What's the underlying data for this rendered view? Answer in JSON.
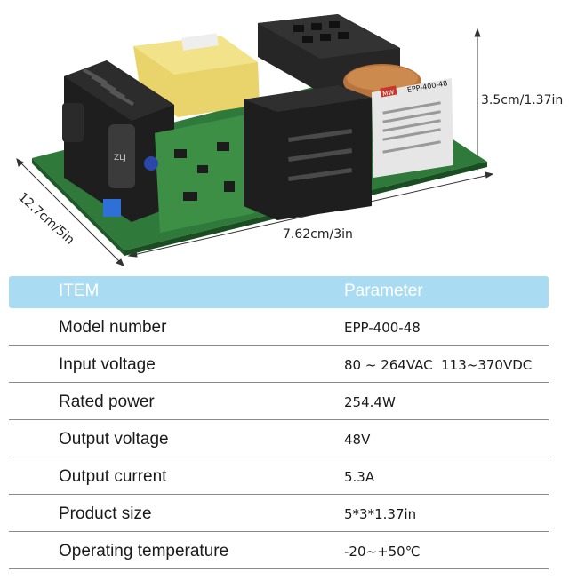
{
  "dimensions": {
    "height": "3.5cm/1.37in",
    "width": "7.62cm/3in",
    "depth": "12.7cm/5in"
  },
  "product_label": {
    "model": "EPP-400-48",
    "brand": "MW"
  },
  "table": {
    "header_item": "ITEM",
    "header_parameter": "Parameter",
    "rows": [
      {
        "name": "Model number",
        "value": "EPP-400-48"
      },
      {
        "name": "Input voltage",
        "value": "80 ~ 264VAC  113~370VDC"
      },
      {
        "name": "Rated power",
        "value": "254.4W"
      },
      {
        "name": "Output voltage",
        "value": "48V"
      },
      {
        "name": "Output current",
        "value": "5.3A"
      },
      {
        "name": "Product size",
        "value": "5*3*1.37in"
      },
      {
        "name": "Operating temperature",
        "value": "-20~+50℃"
      }
    ]
  },
  "colors": {
    "header_bg": "#a9dcf2",
    "pcb_green": "#2f7a3a",
    "heatsink_black": "#1e1e1e"
  }
}
